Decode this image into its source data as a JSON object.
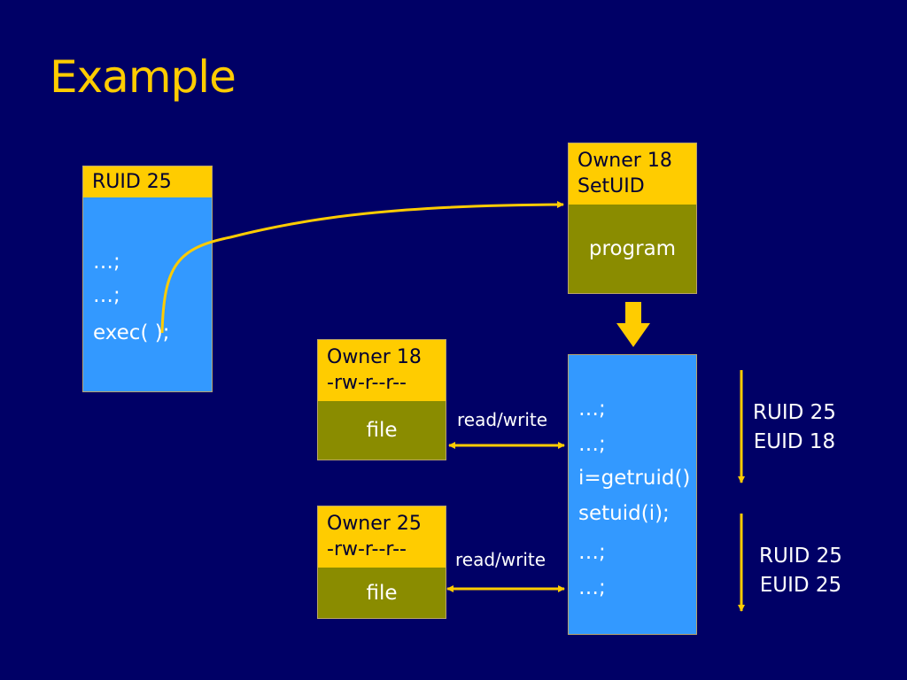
{
  "slide": {
    "title": "Example"
  },
  "caller_process": {
    "header": "RUID 25",
    "lines": [
      "…;",
      "…;",
      "exec(  );"
    ]
  },
  "setuid_program": {
    "header_line1": "Owner 18",
    "header_line2": "SetUID",
    "body": "program"
  },
  "running_process": {
    "lines": [
      "…;",
      "…;",
      "i=getruid()",
      "setuid(i);",
      "…;",
      "…;"
    ]
  },
  "file_1": {
    "header_line1": "Owner 18",
    "header_line2": "-rw-r--r--",
    "body": "file",
    "access_label": "read/write"
  },
  "file_2": {
    "header_line1": "Owner 25",
    "header_line2": "-rw-r--r--",
    "body": "file",
    "access_label": "read/write"
  },
  "id_states": [
    {
      "line1": "RUID 25",
      "line2": "EUID 18"
    },
    {
      "line1": "RUID 25",
      "line2": "EUID 25"
    }
  ],
  "colors": {
    "background": "#000066",
    "accent": "#FFCC00",
    "code_box": "#3399FF",
    "olive": "#8A8C00"
  }
}
